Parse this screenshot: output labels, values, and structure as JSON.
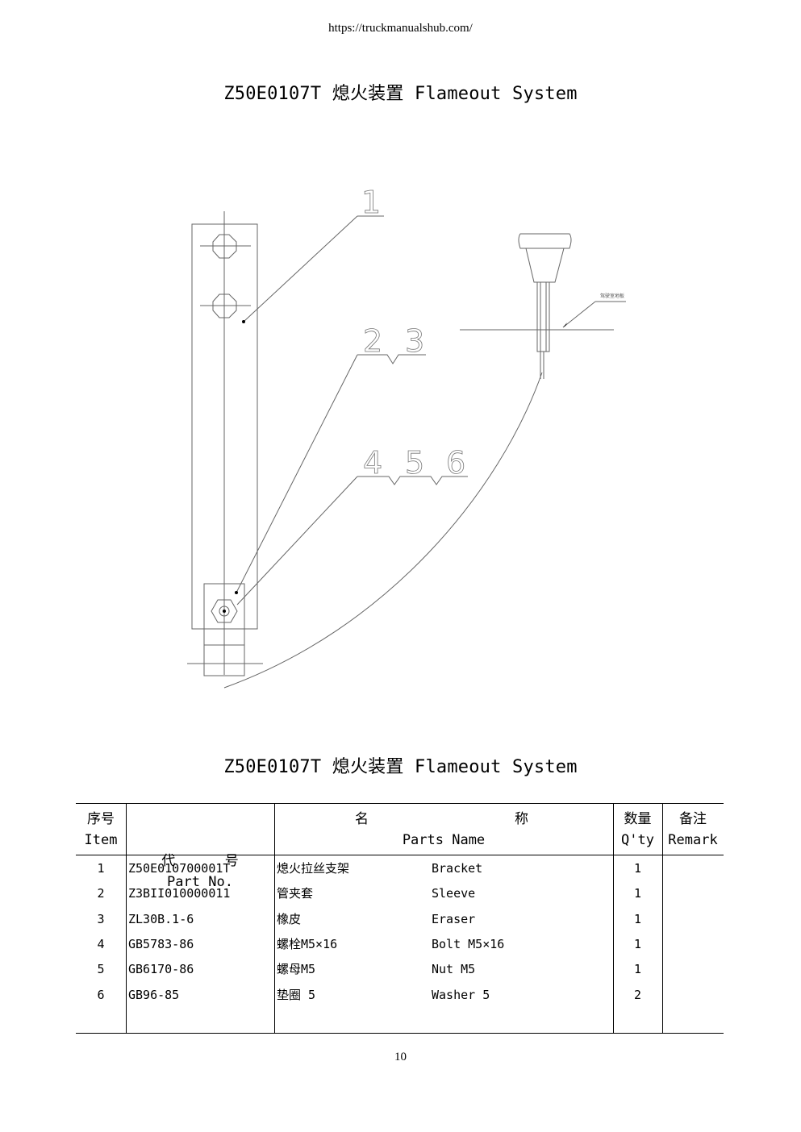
{
  "header": {
    "url": "https://truckmanualshub.com/"
  },
  "title": "Z50E0107T 熄火装置  Flameout System",
  "table_title": "Z50E0107T 熄火装置  Flameout System",
  "drawing": {
    "callouts": [
      "1",
      "2",
      "3",
      "4",
      "5",
      "6"
    ],
    "panel_label": "驾驶室地板"
  },
  "table": {
    "headers": {
      "item": {
        "cn": "序号",
        "en": "Item"
      },
      "part_no": {
        "cn": "代      号",
        "en": "Part No."
      },
      "name": {
        "cn_left": "名",
        "cn_right": "称",
        "en": "Parts Name"
      },
      "qty": {
        "cn": "数量",
        "en": "Q'ty"
      },
      "remark": {
        "cn": "备注",
        "en": "Remark"
      }
    },
    "rows": [
      {
        "item": "1",
        "part_no": "Z50E010700001T",
        "name_cn": "熄火拉丝支架",
        "name_en": "Bracket",
        "qty": "1",
        "remark": ""
      },
      {
        "item": "2",
        "part_no": "Z3BII010000011",
        "name_cn": "管夹套",
        "name_en": "Sleeve",
        "qty": "1",
        "remark": ""
      },
      {
        "item": "3",
        "part_no": "ZL30B.1-6",
        "name_cn": "橡皮",
        "name_en": "Eraser",
        "qty": "1",
        "remark": ""
      },
      {
        "item": "4",
        "part_no": "GB5783-86",
        "name_cn": "螺栓M5×16",
        "name_en": "Bolt M5×16",
        "qty": "1",
        "remark": ""
      },
      {
        "item": "5",
        "part_no": "GB6170-86",
        "name_cn": "螺母M5",
        "name_en": "Nut M5",
        "qty": "1",
        "remark": ""
      },
      {
        "item": "6",
        "part_no": "GB96-85",
        "name_cn": "垫圈 5",
        "name_en": "Washer 5",
        "qty": "2",
        "remark": ""
      }
    ]
  },
  "footer": {
    "page_number": "10"
  }
}
